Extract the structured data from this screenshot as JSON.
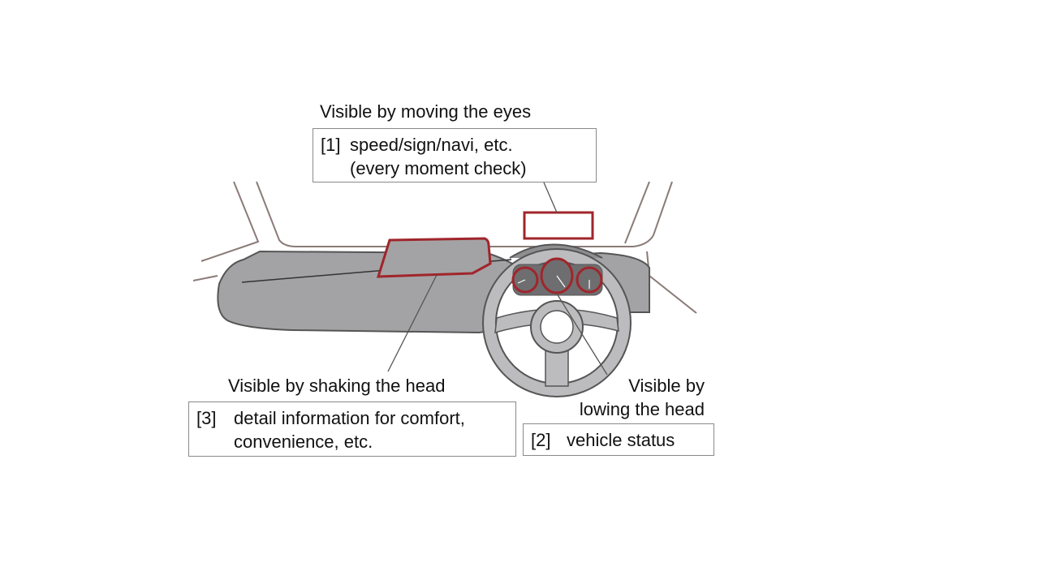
{
  "labels": {
    "eyes": "Visible by moving the eyes",
    "head_shake": "Visible by shaking the head",
    "head_low_line1": "Visible by",
    "head_low_line2": "lowing the head"
  },
  "boxes": {
    "b1": {
      "num": "[1]",
      "line1": "speed/sign/navi, etc.",
      "line2": "(every moment check)"
    },
    "b2": {
      "num": "[2]",
      "line1": "vehicle status"
    },
    "b3": {
      "num": "[3]",
      "line1": "detail information for comfort,",
      "line2": "convenience, etc."
    }
  },
  "colors": {
    "highlight": "#a0252b",
    "dash": "#a3a3a5",
    "outline": "#555555"
  }
}
